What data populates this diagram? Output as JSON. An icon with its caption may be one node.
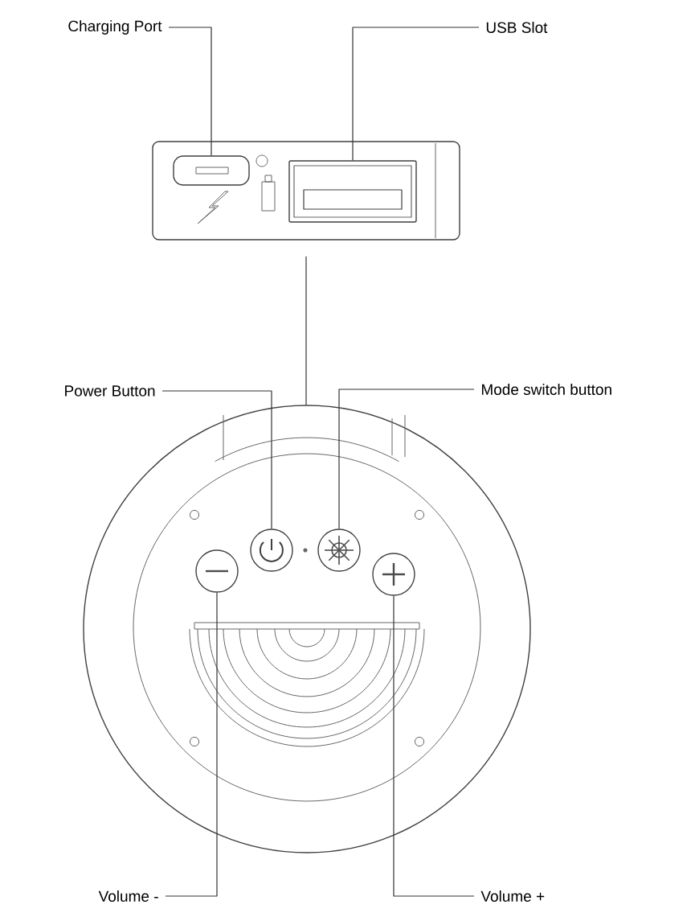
{
  "diagram": {
    "nodes": [
      {
        "text": [
          "Charging Port"
        ]
      },
      {
        "text": [
          "USB Slot"
        ]
      },
      {
        "text": [],
        "shape": "box"
      },
      {
        "text": [],
        "shape": "box",
        "in": 2
      },
      {
        "text": [],
        "shape": "box",
        "in": 2
      },
      {
        "text": [],
        "shape": "circle"
      },
      {
        "text": [
          "Power Button"
        ]
      },
      {
        "text": [
          "Mode switch button"
        ]
      },
      {
        "text": [],
        "shape": "circle",
        "in": 5
      },
      {
        "text": [],
        "shape": "circle",
        "in": 5
      },
      {
        "text": [
          "Volume -"
        ]
      },
      {
        "text": [
          "Volume +"
        ]
      },
      {
        "text": [],
        "shape": "circle",
        "in": 5
      },
      {
        "text": [],
        "shape": "circle",
        "in": 5
      }
    ],
    "edges": [
      {
        "from": 0,
        "to": 3,
        "arrow": "none"
      },
      {
        "from": 1,
        "to": 4,
        "arrow": "none"
      },
      {
        "from": 2,
        "to": 5,
        "arrow": "none"
      },
      {
        "from": 6,
        "to": 8,
        "arrow": "none"
      },
      {
        "from": 7,
        "to": 9,
        "arrow": "none"
      },
      {
        "from": 10,
        "to": 12,
        "arrow": "none"
      },
      {
        "from": 11,
        "to": 13,
        "arrow": "none"
      }
    ]
  }
}
